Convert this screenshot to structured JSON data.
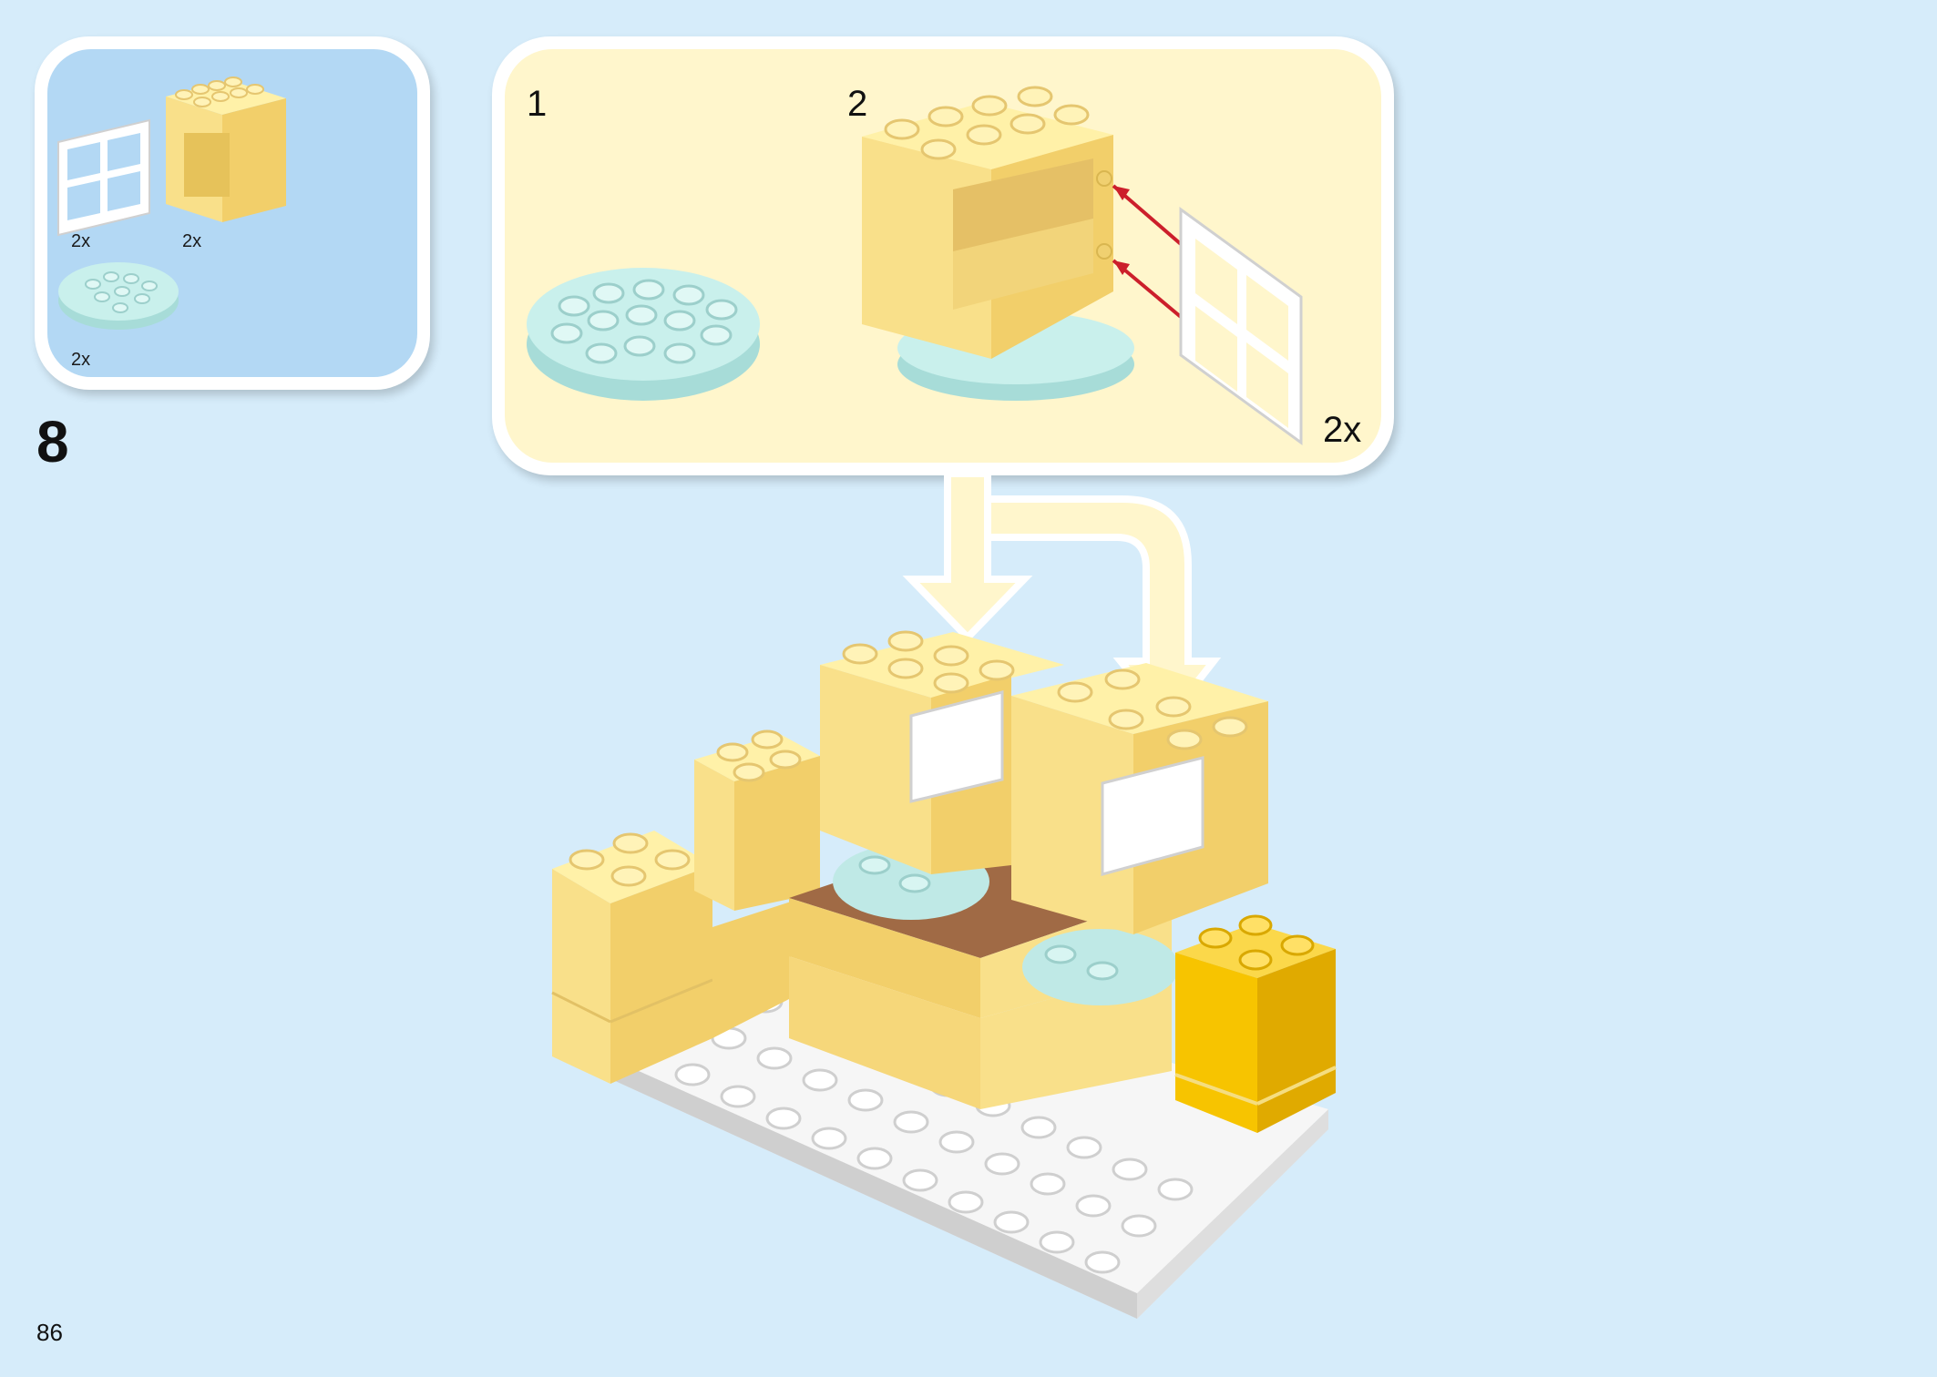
{
  "parts_list": {
    "items": [
      {
        "name": "window-frame",
        "qty": "2x"
      },
      {
        "name": "yellow-window-brick",
        "qty": "2x"
      },
      {
        "name": "round-plate",
        "qty": "2x"
      }
    ]
  },
  "step": {
    "number": "8"
  },
  "substeps": [
    {
      "label": "1"
    },
    {
      "label": "2",
      "qty": "2x"
    }
  ],
  "page": {
    "number": "86"
  },
  "colors": {
    "background": "#d6ecfa",
    "parts_panel": "#b3d8f4",
    "substep_panel": "#fff6cc",
    "yellow_brick": "#f9e08a",
    "bright_yellow": "#f7c400",
    "mint": "#bfe9e6",
    "brown": "#a06a45",
    "white_plate": "#f4f4f4",
    "arrow_red": "#cc1f2b"
  }
}
